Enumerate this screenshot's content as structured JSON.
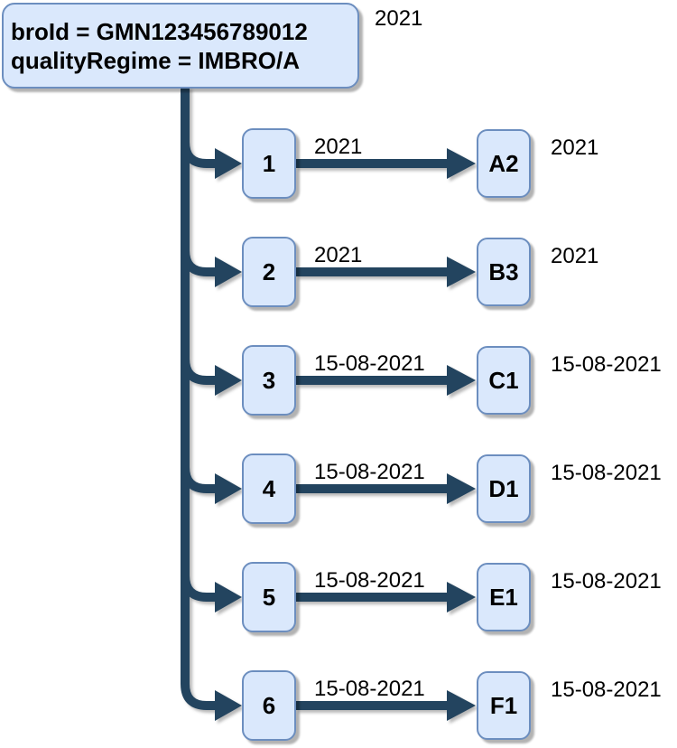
{
  "diagram": {
    "root": {
      "line1": "broId = GMN123456789012",
      "line2": "qualityRegime = IMBRO/A",
      "label": "2021"
    },
    "rows": [
      {
        "source": "1",
        "edge_label": "2021",
        "target": "A2",
        "target_label": "2021"
      },
      {
        "source": "2",
        "edge_label": "2021",
        "target": "B3",
        "target_label": "2021"
      },
      {
        "source": "3",
        "edge_label": "15-08-2021",
        "target": "C1",
        "target_label": "15-08-2021"
      },
      {
        "source": "4",
        "edge_label": "15-08-2021",
        "target": "D1",
        "target_label": "15-08-2021"
      },
      {
        "source": "5",
        "edge_label": "15-08-2021",
        "target": "E1",
        "target_label": "15-08-2021"
      },
      {
        "source": "6",
        "edge_label": "15-08-2021",
        "target": "F1",
        "target_label": "15-08-2021"
      }
    ],
    "colors": {
      "node_fill": "#dae8fc",
      "node_border": "#6c8ebf",
      "connector": "#23445f",
      "text": "#000000",
      "background": "#ffffff"
    }
  }
}
